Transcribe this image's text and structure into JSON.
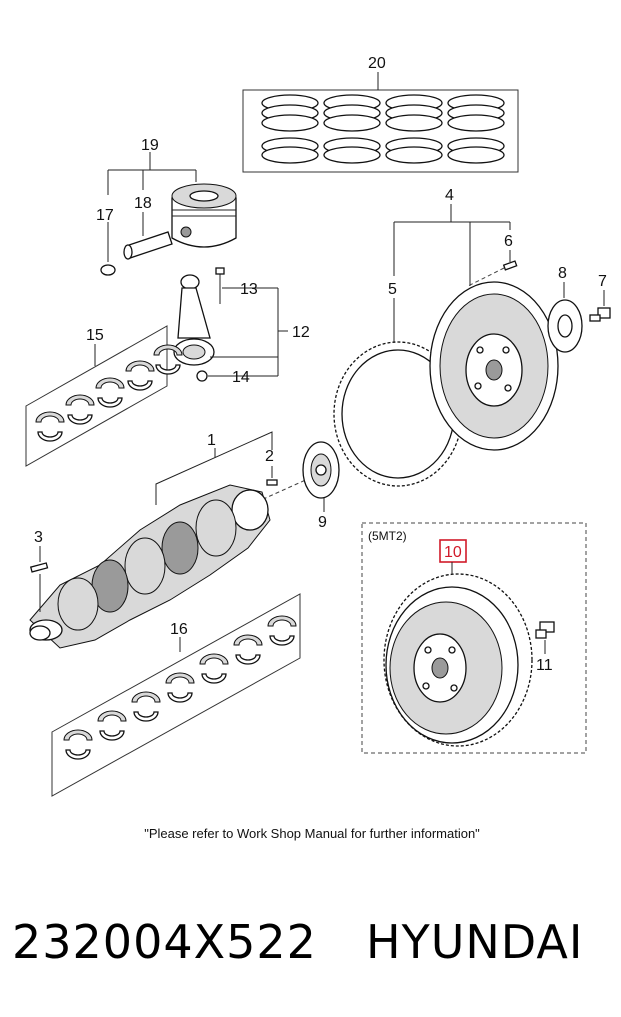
{
  "parts": {
    "p1": "1",
    "p2": "2",
    "p3": "3",
    "p4": "4",
    "p5": "5",
    "p6": "6",
    "p7": "7",
    "p8": "8",
    "p9": "9",
    "p10": "10",
    "p11": "11",
    "p12": "12",
    "p13": "13",
    "p14": "14",
    "p15": "15",
    "p16": "16",
    "p17": "17",
    "p18": "18",
    "p19": "19",
    "p20": "20"
  },
  "variant_label": "(5MT2)",
  "highlight_color": "#d11a2a",
  "note": "\"Please refer to Work Shop Manual for further information\"",
  "part_number": "232004X522",
  "brand": "HYUNDAI"
}
